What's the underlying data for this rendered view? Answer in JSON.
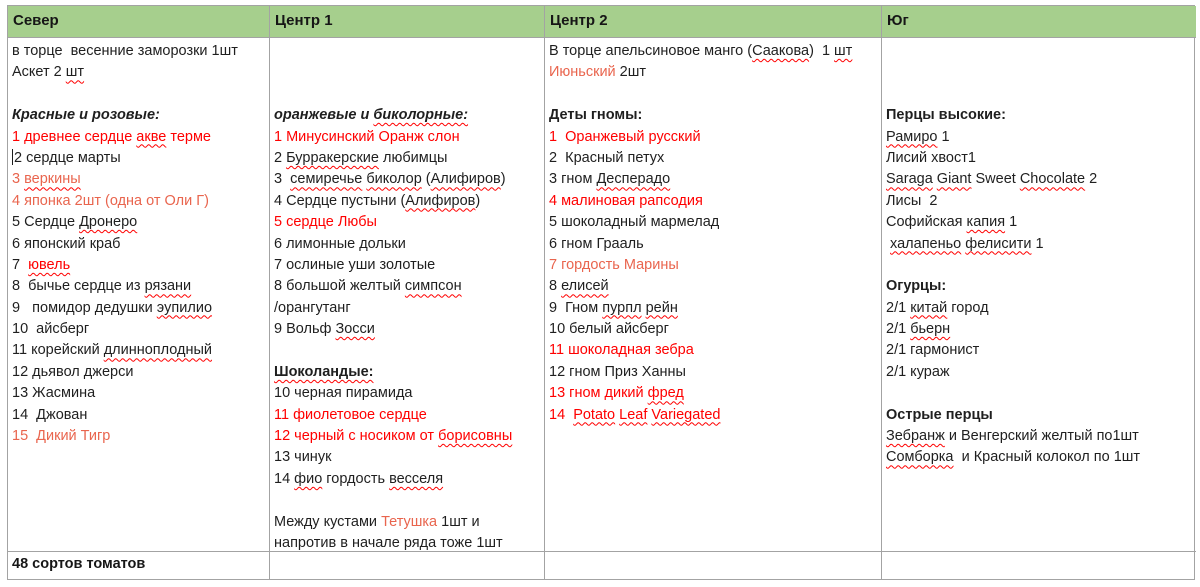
{
  "colors": {
    "header_bg": "#a6cf8d",
    "border": "#a3a3a3",
    "ink": "#1f1f1f",
    "red": "#ff0000",
    "coral": "#e9654e",
    "squiggle": "#ff0000"
  },
  "table": {
    "headers": [
      {
        "id": "north",
        "label": "Север"
      },
      {
        "id": "center-1",
        "label": "Центр 1"
      },
      {
        "id": "center-2",
        "label": "Центр 2"
      },
      {
        "id": "south",
        "label": "Юг"
      }
    ],
    "footer": [
      {
        "id": "north",
        "label": "48 сортов томатов"
      },
      {
        "id": "center-1",
        "label": ""
      },
      {
        "id": "center-2",
        "label": ""
      },
      {
        "id": "south",
        "label": ""
      }
    ],
    "columns": [
      {
        "id": "north",
        "lines": [
          {
            "segs": [
              {
                "t": "в торце  весенние заморозки 1шт"
              }
            ]
          },
          {
            "segs": [
              {
                "t": "Аскет 2 "
              },
              {
                "t": "шт",
                "u": 1
              }
            ]
          },
          {
            "segs": []
          },
          {
            "segs": [
              {
                "t": "Красные и розовые:",
                "b": 1,
                "i": 1
              }
            ]
          },
          {
            "segs": [
              {
                "t": "1 древнее сердце ",
                "c": "red"
              },
              {
                "t": "акве",
                "c": "red",
                "u": 1
              },
              {
                "t": " терме",
                "c": "red"
              }
            ]
          },
          {
            "caret": true,
            "segs": [
              {
                "t": "2 сердце марты"
              }
            ]
          },
          {
            "segs": [
              {
                "t": "3 ",
                "c": "coral"
              },
              {
                "t": "веркины",
                "c": "coral",
                "u": 1
              }
            ]
          },
          {
            "segs": [
              {
                "t": "4 японка 2шт (одна от Оли Г)",
                "c": "coral"
              }
            ]
          },
          {
            "segs": [
              {
                "t": "5 Сердце "
              },
              {
                "t": "Дронеро",
                "u": 1
              }
            ]
          },
          {
            "segs": [
              {
                "t": "6 японский краб"
              }
            ]
          },
          {
            "segs": [
              {
                "t": "7  "
              },
              {
                "t": "ювель",
                "c": "red",
                "u": 1
              }
            ]
          },
          {
            "segs": [
              {
                "t": "8  бычье сердце из "
              },
              {
                "t": "рязани",
                "u": 1
              }
            ]
          },
          {
            "segs": [
              {
                "t": "9   помидор дедушки "
              },
              {
                "t": "эупилио",
                "u": 1
              }
            ]
          },
          {
            "segs": [
              {
                "t": "10  айсберг"
              }
            ]
          },
          {
            "segs": [
              {
                "t": "11 корейский "
              },
              {
                "t": "длинноплодный",
                "u": 1
              }
            ]
          },
          {
            "segs": [
              {
                "t": "12 дьявол джерси"
              }
            ]
          },
          {
            "segs": [
              {
                "t": "13 Жасмина"
              }
            ]
          },
          {
            "segs": [
              {
                "t": "14  Джован"
              }
            ]
          },
          {
            "segs": [
              {
                "t": "15  Дикий Тигр",
                "c": "coral"
              }
            ]
          }
        ]
      },
      {
        "id": "center-1",
        "lines": [
          {
            "segs": []
          },
          {
            "segs": []
          },
          {
            "segs": []
          },
          {
            "segs": [
              {
                "t": "оранжевые и ",
                "b": 1,
                "i": 1
              },
              {
                "t": "биколорные:",
                "b": 1,
                "i": 1,
                "u": 1
              }
            ]
          },
          {
            "segs": [
              {
                "t": "1 Минусинский Оранж слон",
                "c": "red"
              }
            ]
          },
          {
            "segs": [
              {
                "t": "2 "
              },
              {
                "t": "Бурракерские",
                "u": 1
              },
              {
                "t": " любимцы"
              }
            ]
          },
          {
            "segs": [
              {
                "t": "3  "
              },
              {
                "t": "семиречье",
                "u": 1
              },
              {
                "t": " "
              },
              {
                "t": "биколор",
                "u": 1
              },
              {
                "t": " ("
              },
              {
                "t": "Алифиров",
                "u": 1
              },
              {
                "t": ")"
              }
            ]
          },
          {
            "segs": [
              {
                "t": "4 Сердце пустыни ("
              },
              {
                "t": "Алифиров",
                "u": 1
              },
              {
                "t": ")"
              }
            ]
          },
          {
            "segs": [
              {
                "t": "5 сердце Любы",
                "c": "red"
              }
            ]
          },
          {
            "segs": [
              {
                "t": "6 лимонные дольки"
              }
            ]
          },
          {
            "segs": [
              {
                "t": "7 ослиные уши золотые"
              }
            ]
          },
          {
            "segs": [
              {
                "t": "8 большой желтый "
              },
              {
                "t": "симпсон",
                "u": 1
              }
            ]
          },
          {
            "segs": [
              {
                "t": "/орангутанг"
              }
            ]
          },
          {
            "segs": [
              {
                "t": "9 Вольф "
              },
              {
                "t": "Зосси",
                "u": 1
              }
            ]
          },
          {
            "segs": []
          },
          {
            "segs": [
              {
                "t": "Шоколандые:",
                "b": 1,
                "u": 1
              }
            ]
          },
          {
            "segs": [
              {
                "t": "10 черная пирамида"
              }
            ]
          },
          {
            "segs": [
              {
                "t": "11 фиолетовое сердце",
                "c": "red"
              }
            ]
          },
          {
            "segs": [
              {
                "t": "12 черный с носиком от ",
                "c": "red"
              },
              {
                "t": "борисовны",
                "c": "red",
                "u": 1
              }
            ]
          },
          {
            "segs": [
              {
                "t": "13 чинук"
              }
            ]
          },
          {
            "segs": [
              {
                "t": "14 "
              },
              {
                "t": "фио",
                "u": 1
              },
              {
                "t": " гордость "
              },
              {
                "t": "весселя",
                "u": 1
              }
            ]
          },
          {
            "segs": []
          },
          {
            "segs": [
              {
                "t": "Между кустами "
              },
              {
                "t": "Тетушка",
                "c": "coral"
              },
              {
                "t": " 1шт и"
              }
            ]
          },
          {
            "segs": [
              {
                "t": "напротив в начале ряда тоже 1шт"
              }
            ]
          }
        ]
      },
      {
        "id": "center-2",
        "lines": [
          {
            "segs": [
              {
                "t": "В торце апельсиновое манго ("
              },
              {
                "t": "Саакова",
                "u": 1
              },
              {
                "t": ")  1 "
              },
              {
                "t": "шт",
                "u": 1
              }
            ]
          },
          {
            "segs": [
              {
                "t": "Июньский",
                "c": "coral"
              },
              {
                "t": " 2шт"
              }
            ]
          },
          {
            "segs": []
          },
          {
            "segs": [
              {
                "t": "Деты гномы:",
                "b": 1
              }
            ]
          },
          {
            "segs": [
              {
                "t": "1  Оранжевый русский",
                "c": "red"
              }
            ]
          },
          {
            "segs": [
              {
                "t": "2  Красный петух"
              }
            ]
          },
          {
            "segs": [
              {
                "t": "3 гном "
              },
              {
                "t": "Десперадо",
                "u": 1
              }
            ]
          },
          {
            "segs": [
              {
                "t": "4 малиновая рапсодия",
                "c": "red"
              }
            ]
          },
          {
            "segs": [
              {
                "t": "5 шоколадный мармелад"
              }
            ]
          },
          {
            "segs": [
              {
                "t": "6 гном Грааль"
              }
            ]
          },
          {
            "segs": [
              {
                "t": "7 гордость Марины",
                "c": "coral"
              }
            ]
          },
          {
            "segs": [
              {
                "t": "8 "
              },
              {
                "t": "елисей",
                "u": 1
              }
            ]
          },
          {
            "segs": [
              {
                "t": "9  Гном "
              },
              {
                "t": "пурпл",
                "u": 1
              },
              {
                "t": " "
              },
              {
                "t": "рейн",
                "u": 1
              }
            ]
          },
          {
            "segs": [
              {
                "t": "10 белый айсберг"
              }
            ]
          },
          {
            "segs": [
              {
                "t": "11 шоколадная зебра",
                "c": "red"
              }
            ]
          },
          {
            "segs": [
              {
                "t": "12 гном Приз Ханны"
              }
            ]
          },
          {
            "segs": [
              {
                "t": "13 гном дикий ",
                "c": "red"
              },
              {
                "t": "фред",
                "c": "red",
                "u": 1
              }
            ]
          },
          {
            "segs": [
              {
                "t": "14  ",
                "c": "red"
              },
              {
                "t": "Potato",
                "c": "red",
                "u": 1
              },
              {
                "t": " ",
                "c": "red"
              },
              {
                "t": "Leaf",
                "c": "red",
                "u": 1
              },
              {
                "t": " ",
                "c": "red"
              },
              {
                "t": "Variegated",
                "c": "red",
                "u": 1
              }
            ]
          }
        ]
      },
      {
        "id": "south",
        "lines": [
          {
            "segs": []
          },
          {
            "segs": []
          },
          {
            "segs": []
          },
          {
            "segs": [
              {
                "t": "Перцы высокие:",
                "b": 1
              }
            ]
          },
          {
            "segs": [
              {
                "t": "Рамиро",
                "u": 1
              },
              {
                "t": " 1"
              }
            ]
          },
          {
            "segs": [
              {
                "t": "Лисий хвост1"
              }
            ]
          },
          {
            "segs": [
              {
                "t": "Saraga",
                "u": 1
              },
              {
                "t": " "
              },
              {
                "t": "Giant",
                "u": 1
              },
              {
                "t": " Sweet "
              },
              {
                "t": "Chocolate",
                "u": 1
              },
              {
                "t": " 2"
              }
            ]
          },
          {
            "segs": [
              {
                "t": "Лисы  2"
              }
            ]
          },
          {
            "segs": [
              {
                "t": "Софийская "
              },
              {
                "t": "капия",
                "u": 1
              },
              {
                "t": " 1"
              }
            ]
          },
          {
            "segs": [
              {
                "t": " "
              },
              {
                "t": "халапеньо",
                "u": 1
              },
              {
                "t": " "
              },
              {
                "t": "фелисити",
                "u": 1
              },
              {
                "t": " 1"
              }
            ]
          },
          {
            "segs": []
          },
          {
            "segs": [
              {
                "t": "Огурцы:",
                "b": 1
              }
            ]
          },
          {
            "segs": [
              {
                "t": "2/1 "
              },
              {
                "t": "китай",
                "u": 1
              },
              {
                "t": " город"
              }
            ]
          },
          {
            "segs": [
              {
                "t": "2/1 "
              },
              {
                "t": "бьерн",
                "u": 1
              }
            ]
          },
          {
            "segs": [
              {
                "t": "2/1 гармонист"
              }
            ]
          },
          {
            "segs": [
              {
                "t": "2/1 кураж"
              }
            ]
          },
          {
            "segs": []
          },
          {
            "segs": [
              {
                "t": "Острые перцы",
                "b": 1
              }
            ]
          },
          {
            "segs": [
              {
                "t": "Зебранж",
                "u": 1
              },
              {
                "t": " и Венгерский желтый по1шт"
              }
            ]
          },
          {
            "segs": [
              {
                "t": "Сомборка",
                "u": 1
              },
              {
                "t": "  и Красный колокол по 1шт"
              }
            ]
          }
        ]
      }
    ]
  }
}
